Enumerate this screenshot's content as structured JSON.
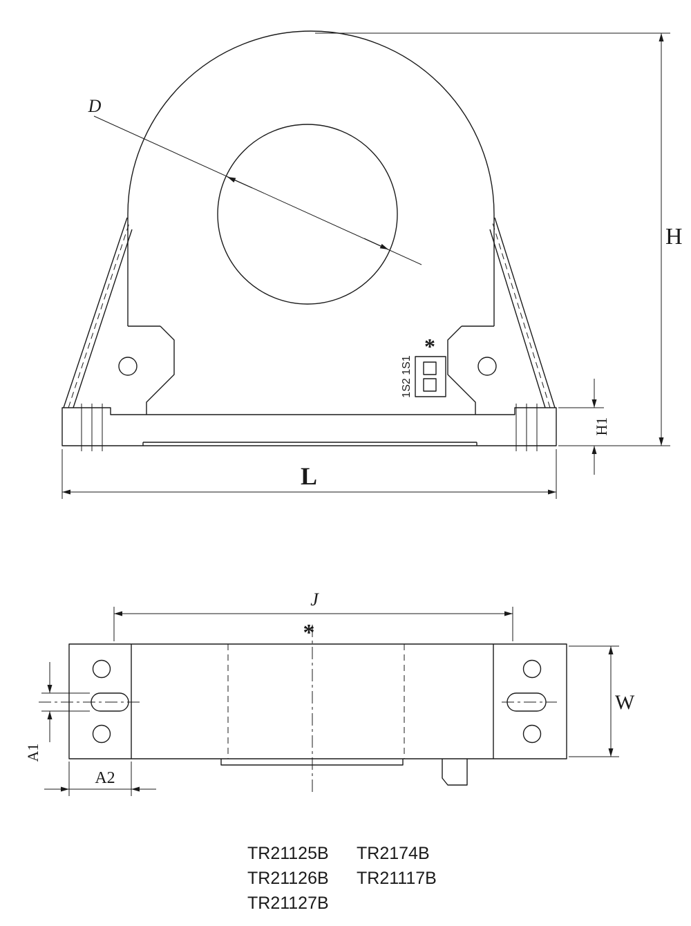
{
  "front": {
    "d_label": "D",
    "h_label": "H",
    "h1_label": "H1",
    "l_label": "L",
    "terminal_label": "1S2 1S1",
    "asterisk": "*"
  },
  "plan": {
    "j_label": "J",
    "w_label": "W",
    "a1_label": "A1",
    "a2_label": "A2",
    "asterisk": "*"
  },
  "parts": {
    "column1": [
      "TR21125B",
      "TR21126B",
      "TR21127B"
    ],
    "column2": [
      "TR2174B",
      "TR21117B"
    ]
  },
  "colors": {
    "line": "#1a1a1a",
    "background": "#ffffff"
  }
}
